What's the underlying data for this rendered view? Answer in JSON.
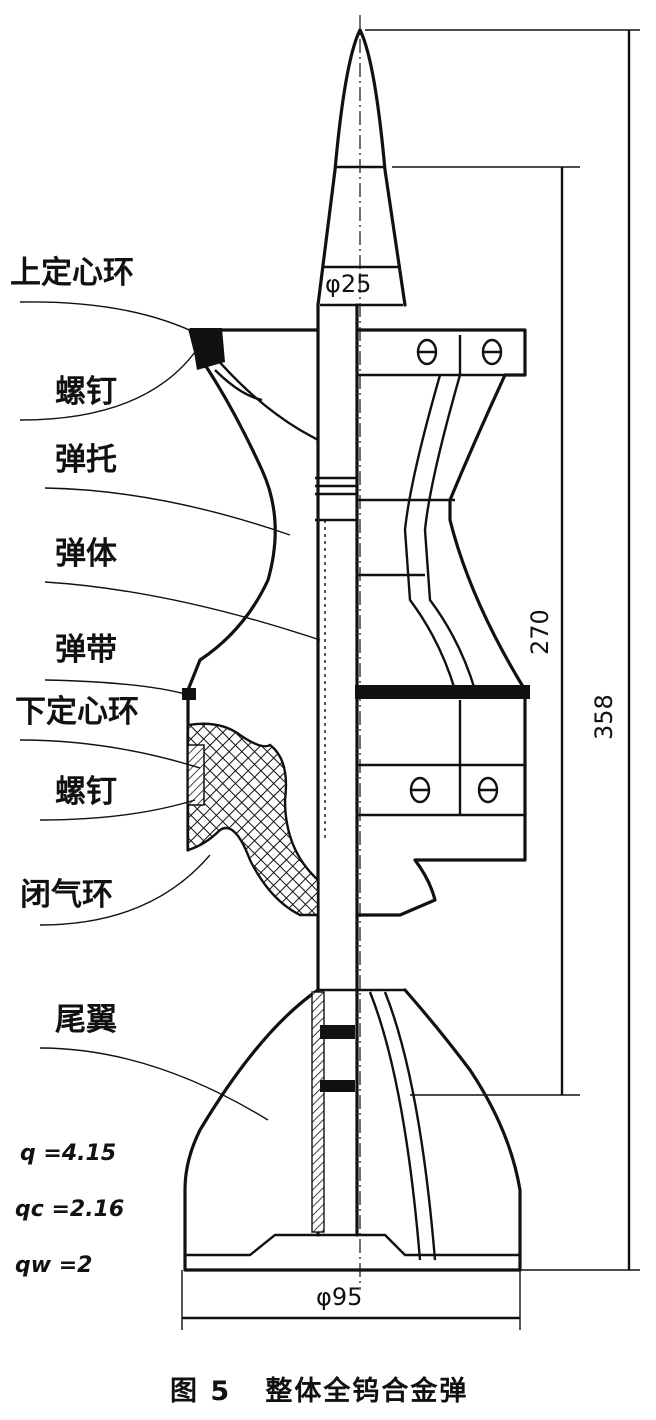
{
  "labels": {
    "upper_centering_ring": "上定心环",
    "screw_upper": "螺钉",
    "sabot": "弹托",
    "projectile_body": "弹体",
    "rotating_band": "弹带",
    "lower_centering_ring": "下定心环",
    "screw_lower": "螺钉",
    "obturator": "闭气环",
    "tail_fin": "尾翼"
  },
  "dimensions": {
    "nose_diameter": "φ25",
    "length_mid": "270",
    "length_total": "358",
    "base_diameter": "φ95"
  },
  "params": {
    "q": "q =4.15",
    "qc": "qc =2.16",
    "qw": "qw =2"
  },
  "caption": "图 5   整体全钨合金弹"
}
